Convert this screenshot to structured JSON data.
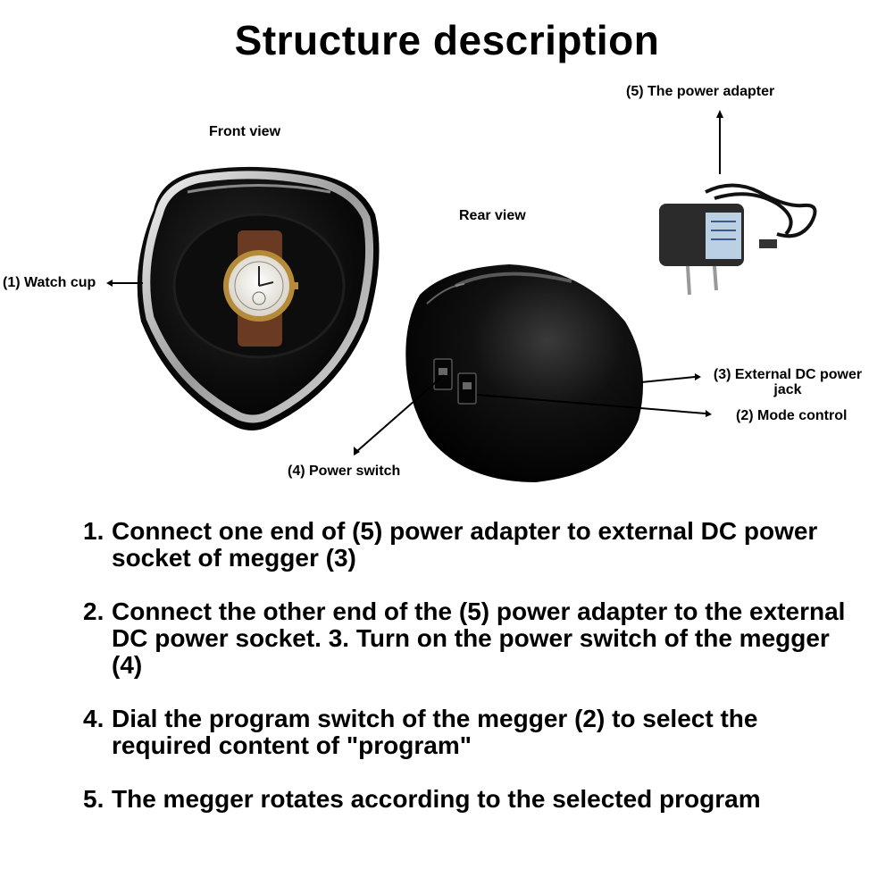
{
  "title": "Structure description",
  "views": {
    "front": "Front view",
    "rear": "Rear view"
  },
  "callouts": {
    "watch_cup": "(1) Watch cup",
    "mode_control": "(2) Mode control",
    "dc_jack_line1": "(3) External DC power",
    "dc_jack_line2": "jack",
    "power_switch": "(4) Power switch",
    "power_adapter": "(5) The power adapter"
  },
  "steps": [
    {
      "num": "1.",
      "text": "Connect one end of (5) power adapter to external DC power socket of megger (3)"
    },
    {
      "num": "2.",
      "text": "Connect the other end of the (5) power adapter to the external DC power socket. 3. Turn on the power switch of the megger (4)"
    },
    {
      "num": "4.",
      "text": "Dial the program switch of the megger (2) to select the required content of \"program\""
    },
    {
      "num": "5.",
      "text": "The megger rotates according to the selected program"
    }
  ]
}
